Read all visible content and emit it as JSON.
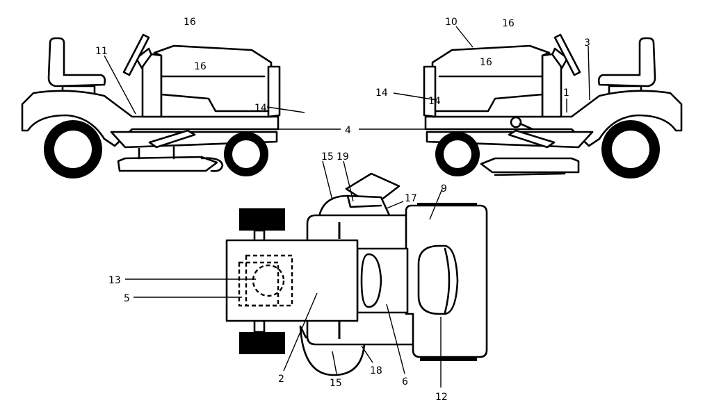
{
  "callouts": {
    "c1": "1",
    "c2": "2",
    "c3": "3",
    "c4": "4",
    "c5": "5",
    "c6": "6",
    "c9": "9",
    "c10": "10",
    "c11": "11",
    "c12": "12",
    "c13": "13",
    "c14a": "14",
    "c14b": "14",
    "c15a": "15",
    "c15b": "15",
    "c16a": "16",
    "c16b": "16",
    "c17": "17",
    "c18": "18",
    "c19": "19"
  }
}
